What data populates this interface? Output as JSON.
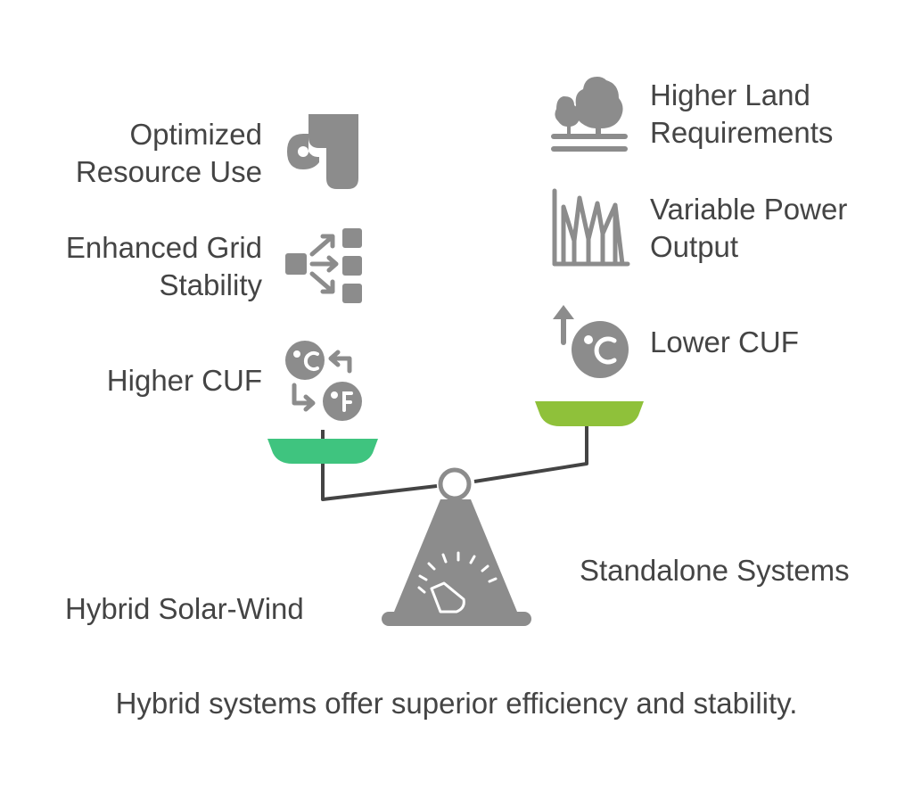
{
  "left": {
    "title": "Hybrid Solar-Wind",
    "items": [
      {
        "line1": "Optimized",
        "line2": "Resource Use",
        "icon": "puzzle-pieces-icon"
      },
      {
        "line1": "Enhanced Grid",
        "line2": "Stability",
        "icon": "distribution-network-icon"
      },
      {
        "line1": "Higher CUF",
        "icon": "temperature-cycle-icon"
      }
    ],
    "pan_color": "#3fc47f"
  },
  "right": {
    "title": "Standalone Systems",
    "items": [
      {
        "line1": "Higher Land",
        "line2": "Requirements",
        "icon": "trees-landscape-icon"
      },
      {
        "line1": "Variable Power",
        "line2": "Output",
        "icon": "fluctuating-bars-icon"
      },
      {
        "line1": "Lower CUF",
        "icon": "temperature-rise-icon"
      }
    ],
    "pan_color": "#8fc13a"
  },
  "summary": "Hybrid systems offer superior efficiency and stability.",
  "colors": {
    "icon": "#8c8c8c",
    "beam": "#444444",
    "text": "#444444"
  }
}
